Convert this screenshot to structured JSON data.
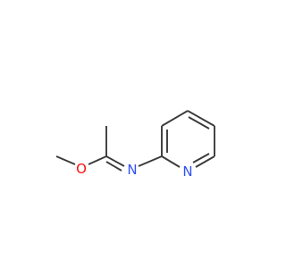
{
  "molecule": {
    "atoms": [
      {
        "id": "oxygen",
        "symbol": "O",
        "color": "#ff0d0d"
      },
      {
        "id": "imine-nitrogen",
        "symbol": "N",
        "color": "#3050f8"
      },
      {
        "id": "pyridine-nitrogen",
        "symbol": "N",
        "color": "#3050f8"
      }
    ],
    "bond_color": "#3a3a3a"
  }
}
